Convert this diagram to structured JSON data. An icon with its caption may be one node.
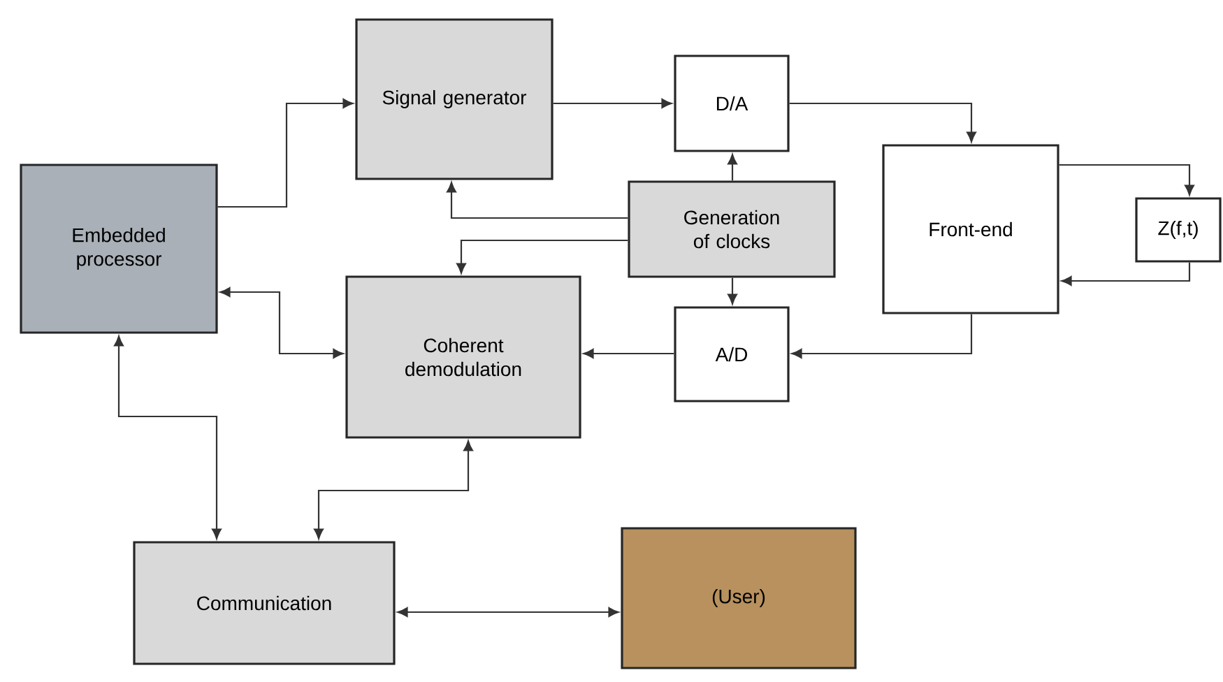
{
  "diagram": {
    "nodes": [
      {
        "text": [
          "Embedded processor"
        ]
      },
      {
        "text": [
          "Signal generator"
        ]
      },
      {
        "text": [
          "D/A"
        ]
      },
      {
        "text": [
          "Generation of clocks"
        ]
      },
      {
        "text": [
          "Front-end"
        ]
      },
      {
        "text": [
          "Z(f,t)"
        ]
      },
      {
        "text": [
          "Coherent demodulation"
        ]
      },
      {
        "text": [
          "A/D"
        ]
      },
      {
        "text": [
          "Communication"
        ]
      },
      {
        "text": [
          "(User)"
        ]
      }
    ],
    "edges": [
      {
        "from": 0,
        "to": 1,
        "arrow": "to"
      },
      {
        "from": 1,
        "to": 2,
        "arrow": "to"
      },
      {
        "from": 2,
        "to": 4,
        "arrow": "to"
      },
      {
        "from": 4,
        "to": 5,
        "arrow": "to"
      },
      {
        "from": 5,
        "to": 4,
        "arrow": "to"
      },
      {
        "from": 4,
        "to": 7,
        "arrow": "to"
      },
      {
        "from": 7,
        "to": 6,
        "arrow": "to"
      },
      {
        "from": 3,
        "to": 1,
        "arrow": "to"
      },
      {
        "from": 3,
        "to": 2,
        "arrow": "to"
      },
      {
        "from": 3,
        "to": 6,
        "arrow": "to"
      },
      {
        "from": 3,
        "to": 7,
        "arrow": "to"
      },
      {
        "from": 0,
        "to": 6,
        "arrow": "both"
      },
      {
        "from": 0,
        "to": 8,
        "arrow": "both"
      },
      {
        "from": 6,
        "to": 8,
        "arrow": "both"
      },
      {
        "from": 8,
        "to": 9,
        "arrow": "both"
      }
    ]
  }
}
